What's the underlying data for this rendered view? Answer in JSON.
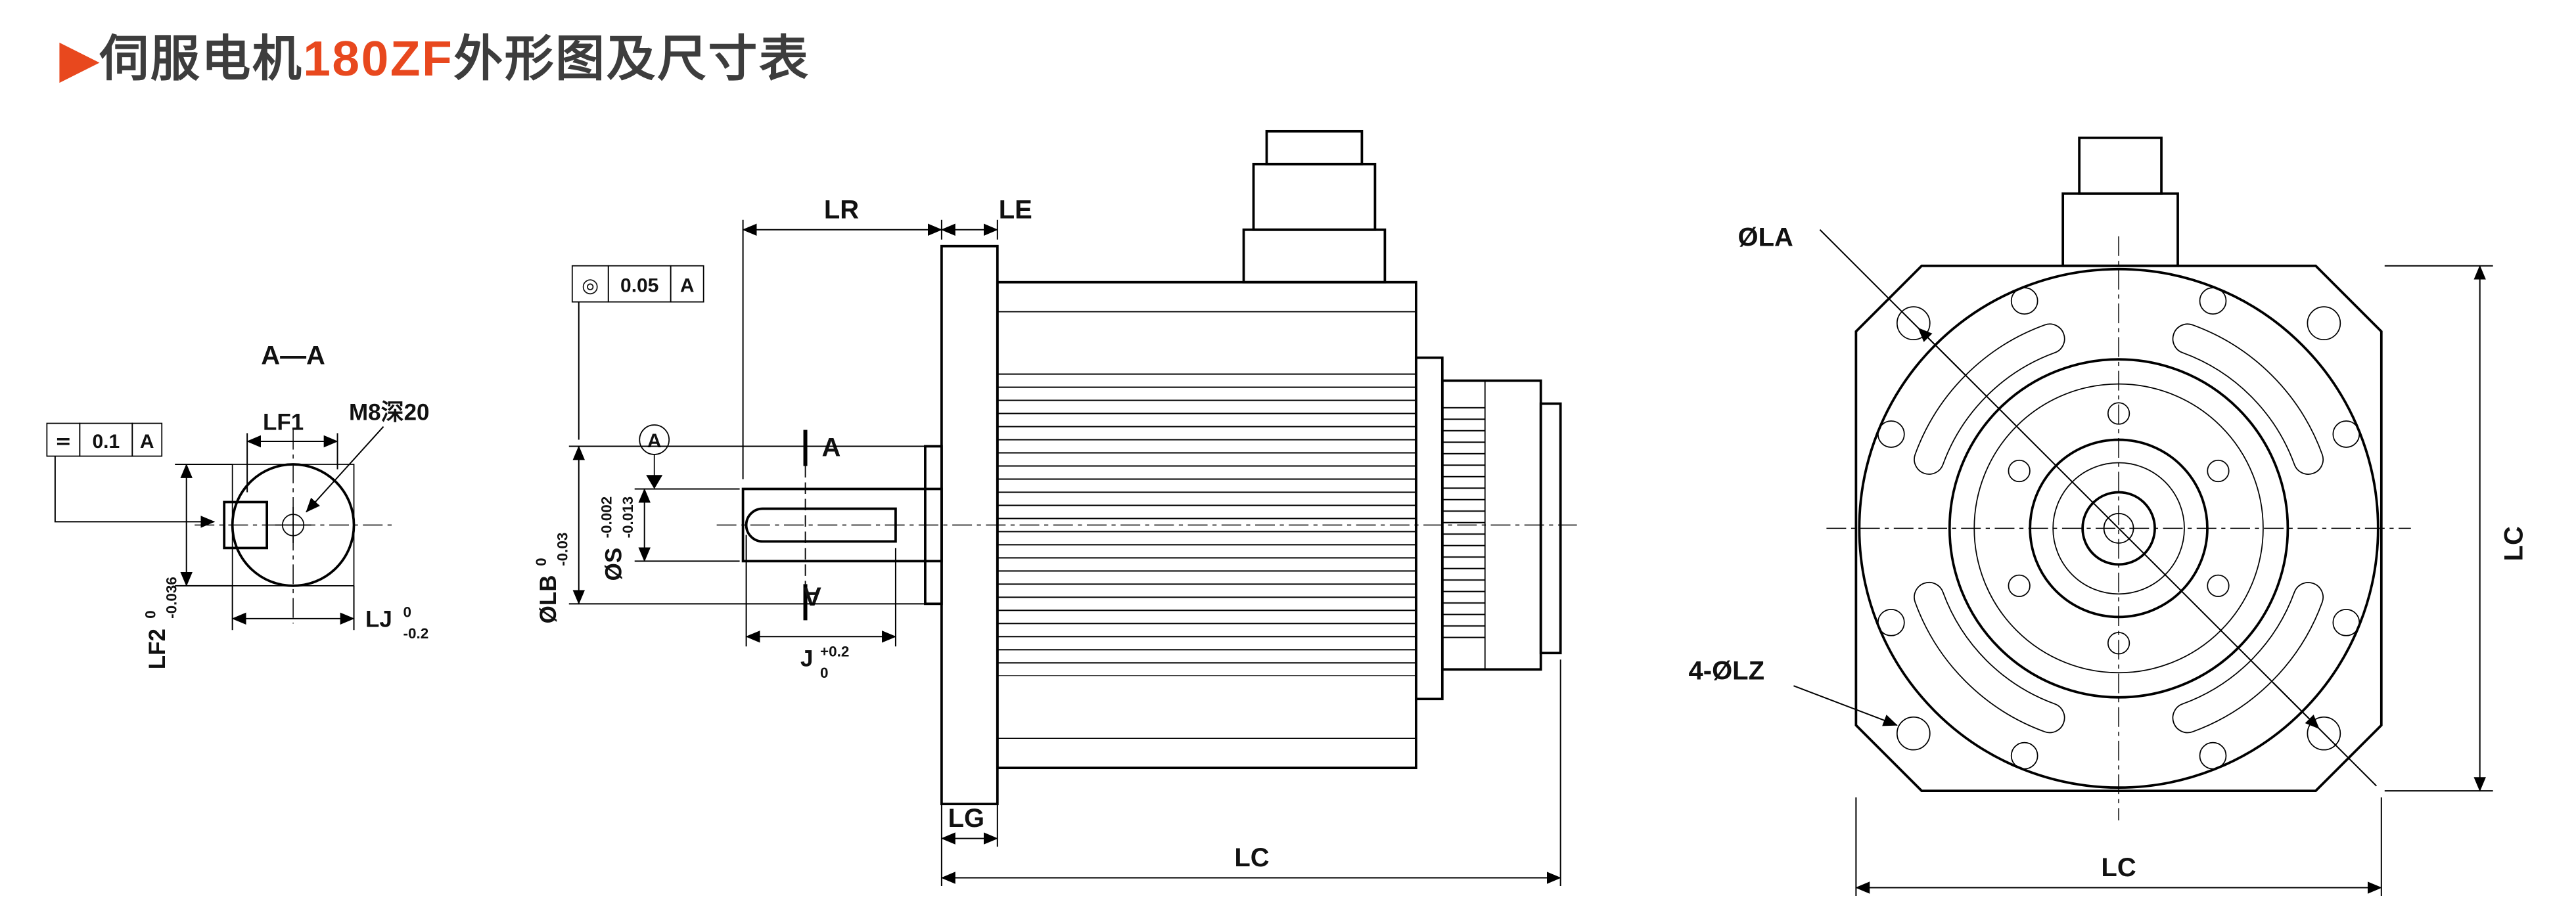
{
  "title": {
    "bullet": "▶",
    "prefix": "伺服电机",
    "model": "180ZF",
    "suffix": "外形图及尺寸表"
  },
  "colors": {
    "title_text": "#3d3d3d",
    "model_accent": "#e8481e",
    "line": "#000000",
    "background": "#ffffff"
  },
  "section_view": {
    "title": "A—A",
    "lf1_label": "LF1",
    "thread_note": "M8深20",
    "lf2": {
      "name": "LF2",
      "upper": "0",
      "lower": "-0.036"
    },
    "lj": {
      "name": "LJ",
      "upper": "0",
      "lower": "-0.2"
    },
    "fcf": {
      "symbol": "=",
      "tolerance": "0.1",
      "datum": "A"
    }
  },
  "side_view": {
    "lr_label": "LR",
    "le_label": "LE",
    "lg_label": "LG",
    "lc_label": "LC",
    "fcf": {
      "symbol": "◎",
      "tolerance": "0.05",
      "datum": "A"
    },
    "lb": {
      "name": "ØLB",
      "upper": "0",
      "lower": "-0.03"
    },
    "s": {
      "name": "ØS",
      "upper": "-0.002",
      "lower": "-0.013"
    },
    "j": {
      "name": "J",
      "upper": "+0.2",
      "lower": "0"
    },
    "datum_flag": "A",
    "section_mark_top": "A",
    "section_mark_bottom": "A"
  },
  "front_view": {
    "la_label": "ØLA",
    "lz_label": "4-ØLZ",
    "lc_right_label": "LC",
    "lc_bottom_label": "LC"
  }
}
